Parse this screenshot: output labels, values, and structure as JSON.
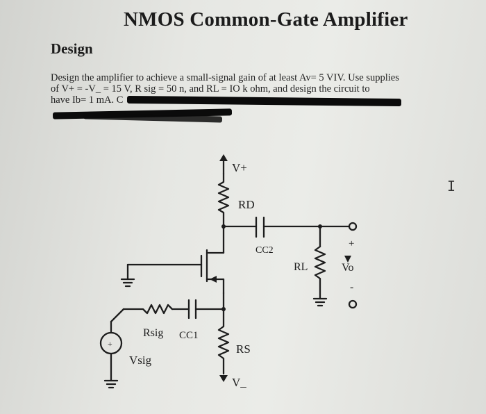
{
  "document": {
    "title": "NMOS Common-Gate Amplifier",
    "section_heading": "Design",
    "paragraph_lines": [
      "Design the amplifier to achieve a small-signal gain of at least Av= 5 VIV. Use supplies",
      "of V+ = -V_ = 15 V, R sig = 50 n, and RL = IO k ohm, and design the circuit to",
      "have Ib= 1 mA. C"
    ]
  },
  "circuit": {
    "labels": {
      "v_plus": "V+",
      "rd": "RD",
      "cc2": "CC2",
      "rl": "RL",
      "vo": "Vo",
      "plus_sign": "+",
      "minus_sign": "-",
      "rsig": "Rsig",
      "cc1": "CC1",
      "rs": "RS",
      "vsig": "Vsig",
      "v_minus": "V_",
      "source_plus": "+"
    }
  },
  "cursor": {
    "glyph": "I"
  }
}
